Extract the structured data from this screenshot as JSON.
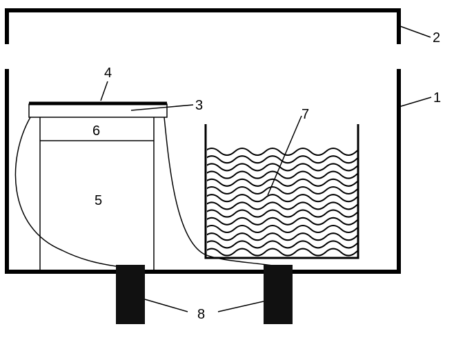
{
  "labels": {
    "outer_box": "1",
    "lid": "2",
    "plate": "3",
    "top_layer": "4",
    "block": "5",
    "insert": "6",
    "liquid": "7",
    "supports": "8"
  },
  "colors": {
    "stroke": "#000000",
    "fill_dark": "#111111",
    "background": "#ffffff"
  }
}
